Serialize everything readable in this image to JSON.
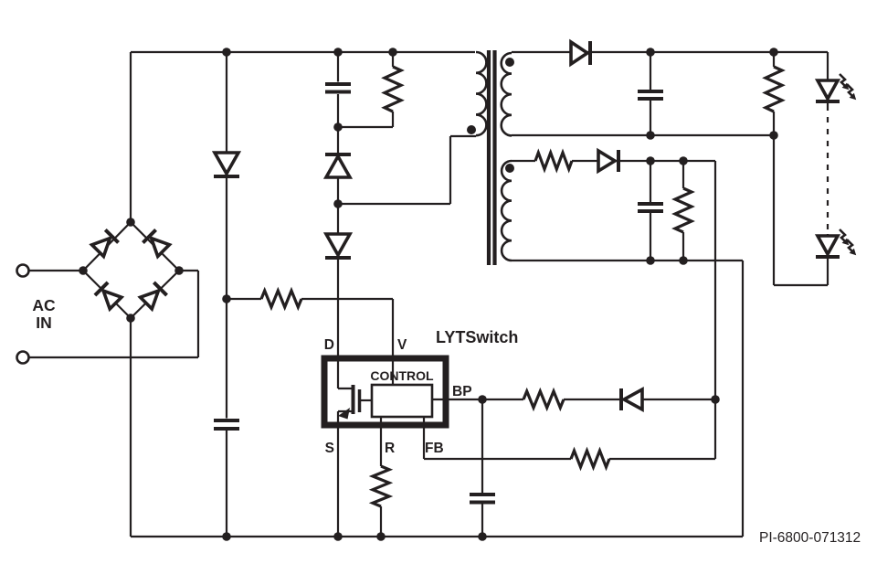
{
  "colors": {
    "ink": "#231f20",
    "background": "#ffffff"
  },
  "labels": {
    "ac_line1": "AC",
    "ac_line2": "IN",
    "ic_name": "LYTSwitch",
    "control_block": "CONTROL",
    "part_number": "PI-6800-071312"
  },
  "ic_pins": {
    "drain": "D",
    "voltage": "V",
    "source": "S",
    "resistor": "R",
    "feedback": "FB",
    "bypass": "BP"
  },
  "components": [
    "ac-input-terminals",
    "bridge-rectifier",
    "input-blocking-diode",
    "bulk-filter-capacitor",
    "voltage-sense-resistor",
    "clamp-capacitor",
    "clamp-resistor",
    "clamp-diode",
    "series-blocking-diode",
    "transformer-primary-winding",
    "transformer-core",
    "output-winding-1",
    "output-winding-2",
    "output1-rectifier-diode",
    "output1-filter-capacitor",
    "output1-preload-resistor",
    "led-string",
    "output2-series-resistor",
    "output2-rectifier-diode",
    "output2-filter-capacitor",
    "output2-preload-resistor",
    "lytswitch-ic",
    "internal-mosfet",
    "control-block",
    "bypass-resistor",
    "bypass-diode",
    "bypass-capacitor",
    "feedback-resistor",
    "r-pin-resistor"
  ]
}
